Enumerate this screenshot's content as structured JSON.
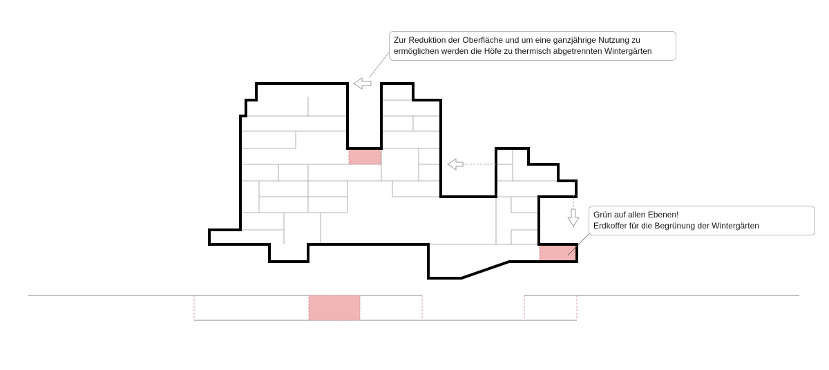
{
  "callouts": {
    "courtyard_note": {
      "line1": "Zur Reduktion der Oberfläche und um eine ganzjährige Nutzung zu",
      "line2": "ermöglichen werden die Höfe zu thermisch abgetrennten Wintergärten"
    },
    "green_note": {
      "line1": "Grün auf allen Ebenen!",
      "line2": "Erdkoffer für die Begrünung der Wintergärten"
    }
  },
  "colors": {
    "outline": "#000000",
    "partition": "#9a9a9a",
    "planting_fill": "#f2b5b5",
    "dashed_edge": "#c98a8a",
    "arrow": "#9a9a9a",
    "callout_border": "#b8b8b8"
  }
}
